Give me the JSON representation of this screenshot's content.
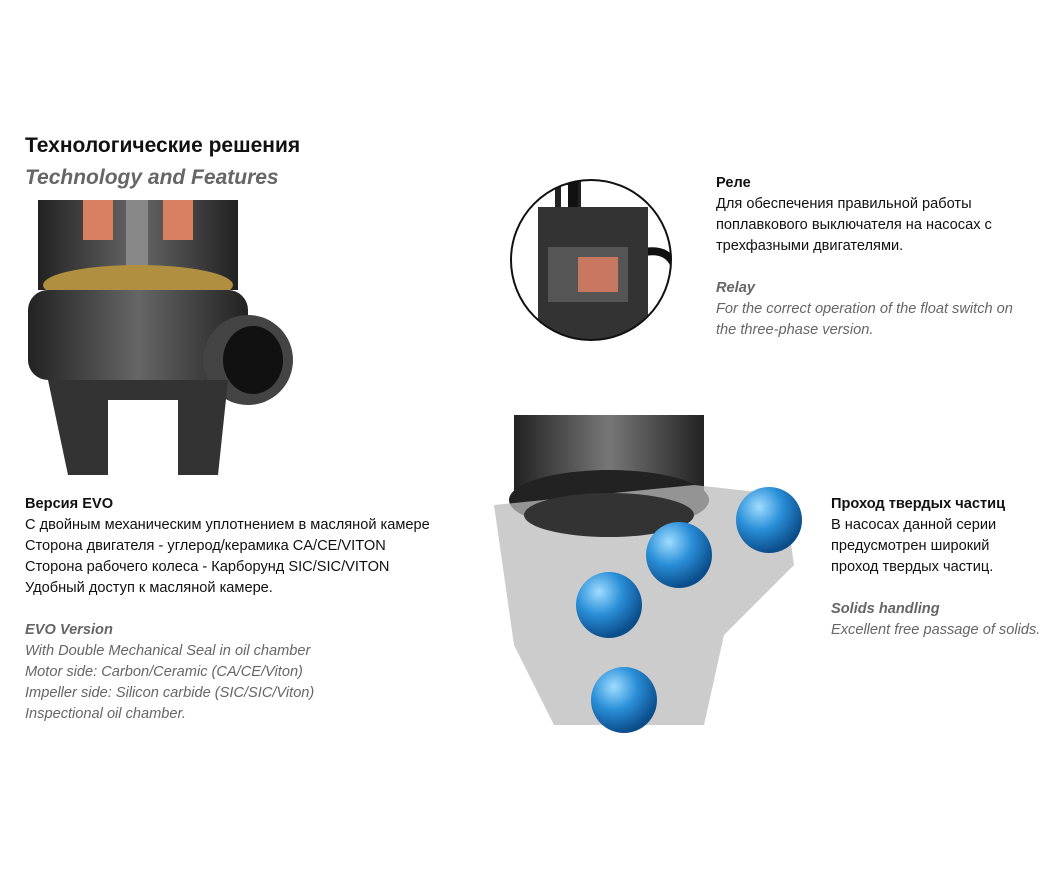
{
  "header": {
    "title_ru": "Технологические решения",
    "title_en": "Technology and Features"
  },
  "evo": {
    "title_ru": "Версия EVO",
    "lines_ru": [
      "С двойным механическим уплотнением в масляной камере",
      "Сторона двигателя - углерод/керамика CA/CE/VITON",
      "Сторона рабочего колеса - Карборунд SIC/SIC/VITON",
      "Удобный доступ к масляной камере."
    ],
    "title_en": "EVO Version",
    "lines_en": [
      "With Double Mechanical Seal in oil chamber",
      "Motor side: Carbon/Ceramic (CA/CE/Viton)",
      "Impeller side: Silicon carbide (SIC/SIC/Viton)",
      "Inspectional oil chamber."
    ]
  },
  "relay": {
    "title_ru": "Реле",
    "lines_ru": [
      "Для обеспечения правильной работы",
      "поплавкового выключателя на насосах с",
      "трехфазными двигателями."
    ],
    "title_en": "Relay",
    "lines_en": [
      "For the correct operation of the float switch on",
      "the three-phase version."
    ]
  },
  "solids": {
    "title_ru": "Проход твердых частиц",
    "lines_ru": [
      "В насосах данной серии",
      "предусмотрен широкий",
      "проход твердых частиц."
    ],
    "title_en": "Solids handling",
    "lines_en": [
      "Excellent free passage of solids."
    ]
  }
}
